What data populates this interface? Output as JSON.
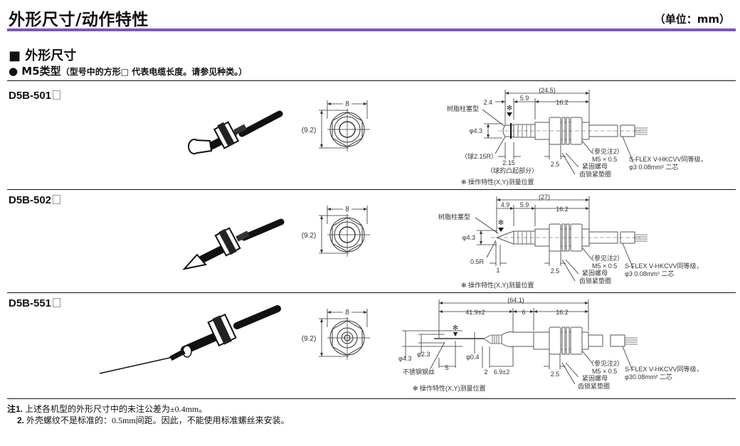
{
  "header": {
    "title": "外形尺寸/动作特性",
    "unit": "（单位：mm）",
    "accent_color": "#7e55c1"
  },
  "section": {
    "title": "■ 外形尺寸",
    "subtitle": "● M5类型",
    "subtitle_note": "（型号中的方形□ 代表电缆长度。请参见种类。）"
  },
  "models": [
    {
      "name": "D5B-501",
      "front": {
        "width": "8",
        "height": "(9.2)"
      },
      "dims": {
        "total": "(24.5)",
        "a": "2.4",
        "b": "5.9",
        "c": "16.2",
        "dia": "φ4.3",
        "nut": "2.5",
        "d": "2.15"
      },
      "labels": {
        "plunger": "树脂柱塞型",
        "ball": "（球2.15R）",
        "ball_note": "（球的凸起部分）",
        "ref": "（参见注2）",
        "thread": "M5 × 0.5",
        "nut": "紧固螺母",
        "washer": "齿锁紧垫圈",
        "cable1": "S-FLEX V-HKCVV同等级，",
        "cable2": "φ3 0.08mm² 二芯",
        "star": "✻",
        "measure": "✻ 操作特性(X,Y)测量位置"
      }
    },
    {
      "name": "D5B-502",
      "front": {
        "width": "8",
        "height": "(9.2)"
      },
      "dims": {
        "total": "(27)",
        "a": "4.9",
        "b": "5.9",
        "c": "16.2",
        "dia": "φ4.3",
        "nut": "2.5",
        "d": "1",
        "r": "0.5R"
      },
      "labels": {
        "plunger": "树脂柱塞型",
        "ref": "（参见注2）",
        "thread": "M5 × 0.5",
        "nut": "紧固螺母",
        "washer": "齿锁紧垫圈",
        "cable1": "S-FLEX V-HKCVV同等级，",
        "cable2": "φ3 0.08mm² 二芯",
        "star": "✻",
        "measure": "✻ 操作特性(X,Y)测量位置"
      }
    },
    {
      "name": "D5B-551",
      "front": {
        "width": "8",
        "height": "(9.2)"
      },
      "dims": {
        "total": "(64.1)",
        "a": "41.9±2",
        "b": "6",
        "c": "16.2",
        "dia": "φ4.3",
        "dia2": "φ2.3",
        "dia3": "φ0.4",
        "nut": "2.5",
        "d": "5",
        "e": "2",
        "f": "6.9±2"
      },
      "labels": {
        "wire": "不锈钢钢丝",
        "ref": "（参见注2）",
        "thread": "M5 × 0.5",
        "nut": "紧固螺母",
        "washer": "齿锁紧垫圈",
        "cable1": "S-FLEX V-HKCVV同等级，",
        "cable2": "φ30.08mm² 二芯",
        "star": "✻",
        "measure": "✻ 操作特性(X,Y)测量位置"
      }
    }
  ],
  "notes": [
    {
      "label": "注1.",
      "text": "上述各机型的外形尺寸中的未注公差为±0.4mm。"
    },
    {
      "label": "2.",
      "text": "外壳螺纹不是标准的：0.5mm间距。因此，不能使用标准螺丝来安装。"
    }
  ]
}
